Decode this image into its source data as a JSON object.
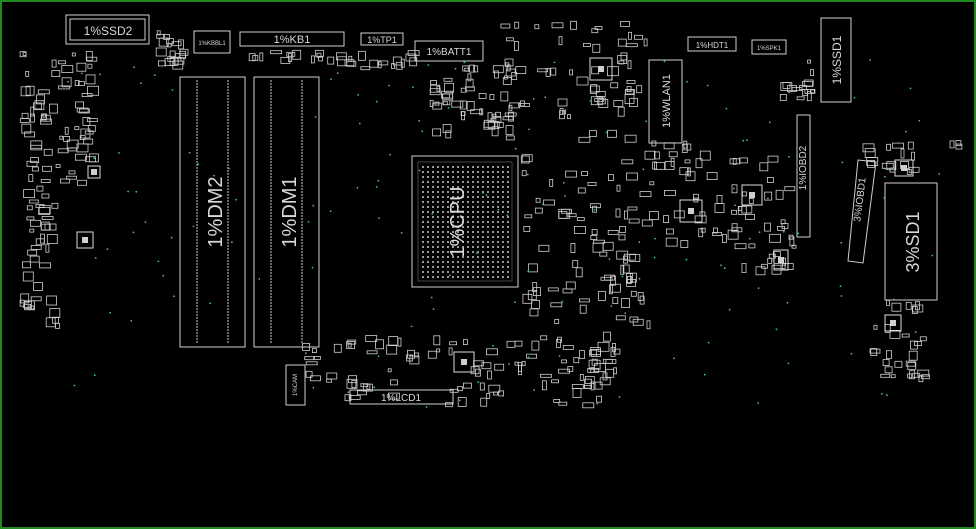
{
  "colors": {
    "background": "#000000",
    "border": "#1f8a1f",
    "outline": "#cfcfcf",
    "label": "#d8d8d8",
    "via": "#4fb0b8"
  },
  "components": {
    "ssd2": "1%SSD2",
    "kbbl1": "1%KBBL1",
    "kb1": "1%KB1",
    "tp1": "1%TP1",
    "batt1": "1%BATT1",
    "hdt1": "1%HDT1",
    "spk1": "1%SPK1",
    "ssd1": "1%SSD1",
    "dm2": "1%DM2",
    "dm1": "1%DM1",
    "cpu": "1%CPU",
    "wlan1": "1%WLAN1",
    "iobd2": "1%IOBD2",
    "iobd1": "3%IOBD1",
    "sd1": "3%SD1",
    "lcd1": "1%LCD1",
    "cam": "1%CAM"
  }
}
